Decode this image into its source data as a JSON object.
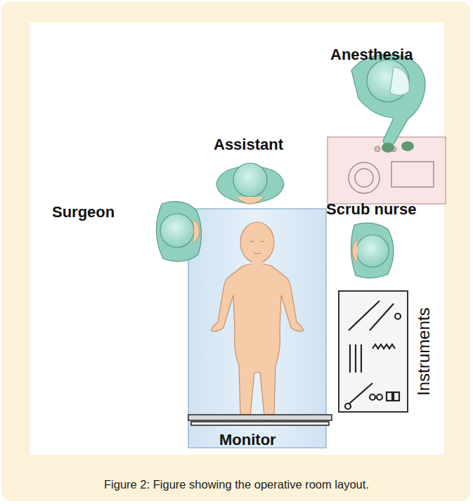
{
  "diagram": {
    "caption": "Figure 2: Figure showing the operative room layout.",
    "labels": [
      "Anesthesia",
      "Assistant",
      "Surgeon",
      "Scrub nurse",
      "Instruments",
      "Monitor"
    ]
  }
}
